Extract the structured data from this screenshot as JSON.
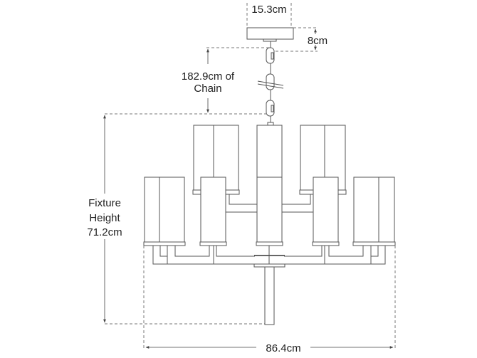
{
  "dimensions": {
    "canopy_width": "15.3cm",
    "canopy_height": "8cm",
    "chain_line1": "182.9cm of",
    "chain_line2": "Chain",
    "fixture_line1": "Fixture",
    "fixture_line2": "Height",
    "fixture_line3": "71.2cm",
    "overall_width": "86.4cm"
  },
  "colors": {
    "line": "#555555",
    "text": "#222222"
  }
}
